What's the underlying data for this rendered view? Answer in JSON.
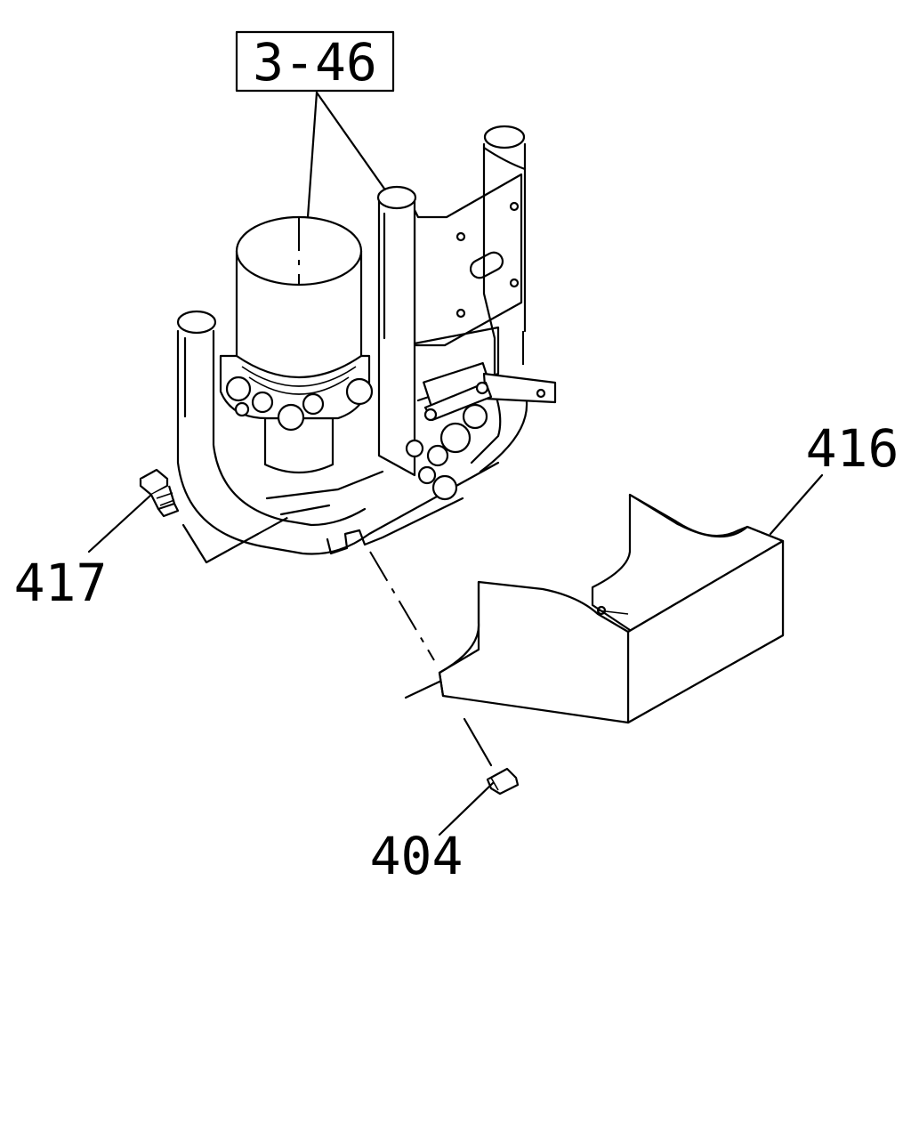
{
  "callouts": {
    "assembly_ref": "3-46",
    "shield": "416",
    "bolt": "417",
    "nut": "404"
  }
}
